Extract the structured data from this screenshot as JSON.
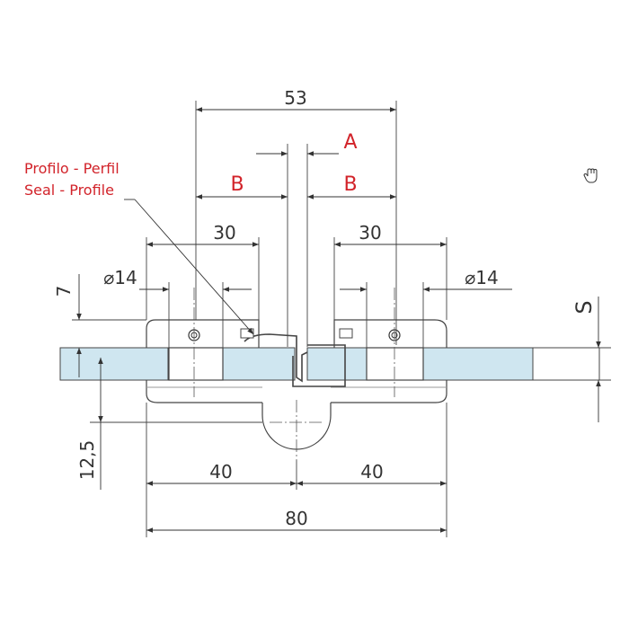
{
  "colors": {
    "line": "#333333",
    "accent": "#d2232a",
    "glass": "#cfe6f0",
    "body": "#ffffff"
  },
  "annotations": {
    "seal_line1": "Profilo - Perfil",
    "seal_line2": "Seal - Profile"
  },
  "dimensions": {
    "top_width": "53",
    "gap_a": "A",
    "left_b": "B",
    "right_b": "B",
    "left_plate": "30",
    "right_plate": "30",
    "left_hole": "⌀14",
    "right_hole": "⌀14",
    "offset_top": "7",
    "thickness": "S",
    "depth_bottom": "12,5",
    "left_half": "40",
    "right_half": "40",
    "total_width": "80"
  },
  "icons": {
    "cursor": "hand-pointer-icon"
  }
}
